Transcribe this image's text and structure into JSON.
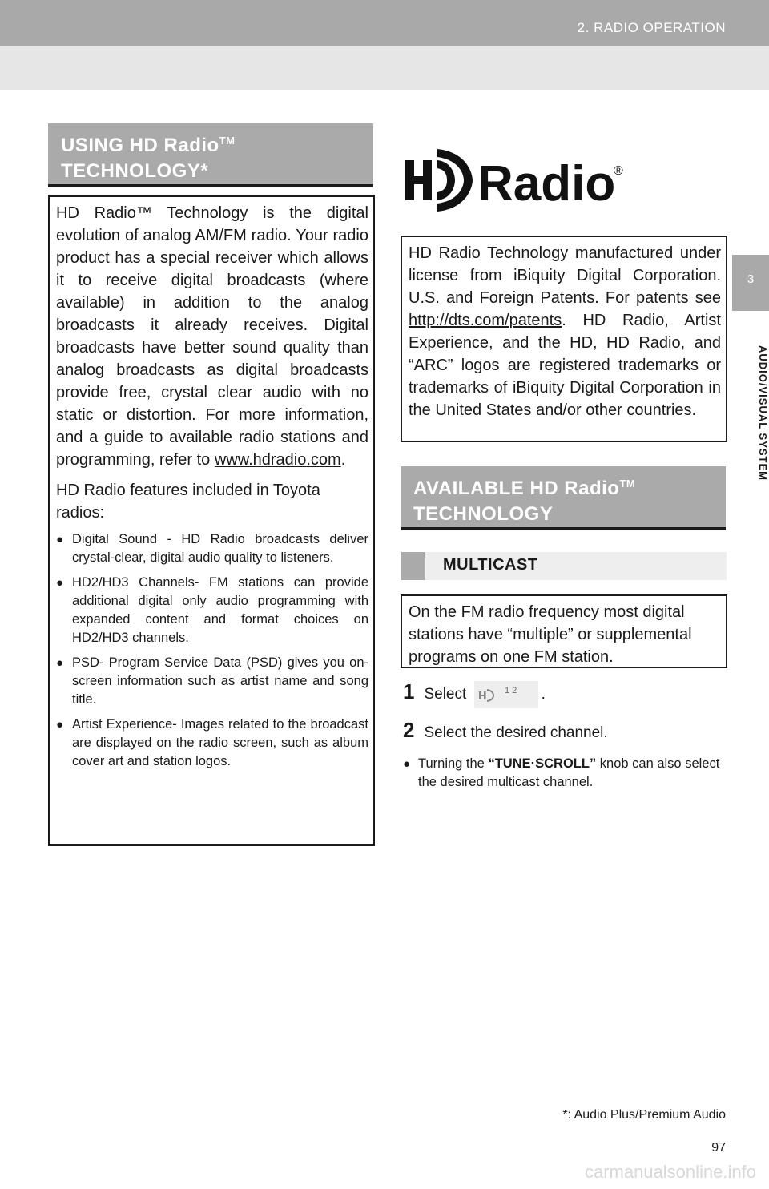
{
  "header": {
    "section": "2. RADIO OPERATION"
  },
  "side": {
    "tab_number": "3",
    "label": "AUDIO/VISUAL SYSTEM"
  },
  "left": {
    "heading_line1": "USING HD Radio",
    "heading_tm": "TM",
    "heading_line2": "TECHNOLOGY*",
    "intro_text": "HD Radio™ Technology is the digital evolution of analog AM/FM radio. Your radio product has a special receiver which allows it to receive digital broadcasts (where available) in addition to the analog broadcasts it already receives. Digital broadcasts have better sound quality than analog broadcasts as digital broadcasts provide free, crystal clear audio with no static or distortion. For more information, and a guide to available radio stations and programming, refer to ",
    "intro_link": "www.hdradio.com",
    "intro_end": ".",
    "features_title": "HD Radio features included in Toyota radios:",
    "features": [
      "Digital Sound - HD Radio broadcasts deliver crystal-clear, digital audio quality to listeners.",
      "HD2/HD3 Channels- FM stations can provide additional digital only audio programming with expanded content and format choices on HD2/HD3 channels.",
      "PSD- Program Service Data (PSD) gives you on-screen information such as artist name and song title.",
      "Artist Experience- Images related to the broadcast are displayed on the radio screen, such as album cover art and station logos."
    ]
  },
  "logo": {
    "text": "Radio",
    "reg": "®"
  },
  "license": {
    "text_start": "HD Radio Technology manufactured under license from iBiquity Digital Corporation. U.S. and Foreign Patents. For patents see ",
    "link": "http://dts.com/patents",
    "text_end": ". HD Radio, Artist Experience, and the HD, HD Radio, and “ARC” logos are registered trademarks or trademarks of iBiquity Digital Corporation in the United States and/or other countries."
  },
  "right": {
    "heading_line1": "AVAILABLE HD Radio",
    "heading_tm": "TM",
    "heading_line2": "TECHNOLOGY",
    "subheading": "MULTICAST",
    "multicast_text": "On the FM radio frequency most digital stations have “multiple” or supplemental programs on one FM station.",
    "step1_num": "1",
    "step1_text": "Select",
    "step1_end": ".",
    "button_label": "1 2",
    "step2_num": "2",
    "step2_text": "Select the desired channel.",
    "bullet_pre": "Turning the ",
    "bullet_knob": "“TUNE·SCROLL”",
    "bullet_post": " knob can also select the desired multicast channel."
  },
  "footer": {
    "footnote": "*: Audio Plus/Premium Audio",
    "page_number": "97",
    "watermark": "carmanualsonline.info"
  }
}
